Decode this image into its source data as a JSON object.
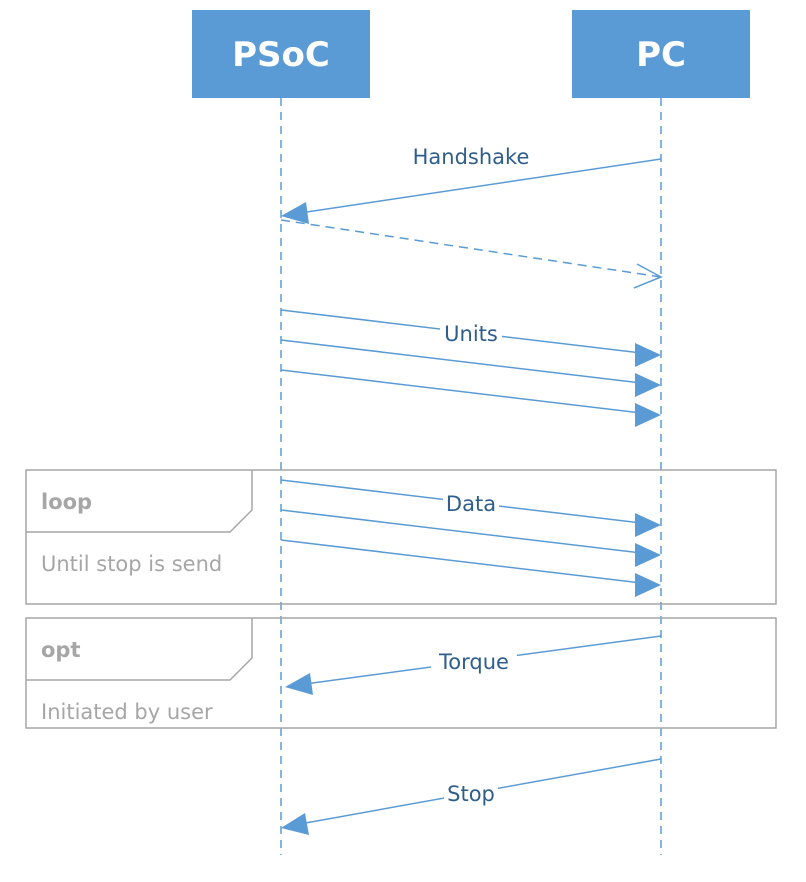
{
  "participants": [
    {
      "name": "PSoC"
    },
    {
      "name": "PC"
    }
  ],
  "messages": [
    {
      "label": "Handshake",
      "from": "PC",
      "to": "PSoC",
      "style": "solid"
    },
    {
      "label": "",
      "from": "PSoC",
      "to": "PC",
      "style": "dashed"
    },
    {
      "label": "Units",
      "from": "PSoC",
      "to": "PC",
      "style": "solid"
    },
    {
      "label": "",
      "from": "PSoC",
      "to": "PC",
      "style": "solid"
    },
    {
      "label": "",
      "from": "PSoC",
      "to": "PC",
      "style": "solid"
    },
    {
      "label": "Data",
      "from": "PSoC",
      "to": "PC",
      "style": "solid"
    },
    {
      "label": "",
      "from": "PSoC",
      "to": "PC",
      "style": "solid"
    },
    {
      "label": "",
      "from": "PSoC",
      "to": "PC",
      "style": "solid"
    },
    {
      "label": "Torque",
      "from": "PC",
      "to": "PSoC",
      "style": "solid"
    },
    {
      "label": "Stop",
      "from": "PC",
      "to": "PSoC",
      "style": "solid"
    }
  ],
  "frames": [
    {
      "keyword": "loop",
      "guard": "Until stop is send"
    },
    {
      "keyword": "opt",
      "guard": "Initiated by user"
    }
  ],
  "colors": {
    "participant_fill": "#5b9bd5",
    "lifeline": "#5b9bd5",
    "message": "#5b9bd5",
    "label": "#2f5e8c",
    "frame": "#a6a6a6"
  }
}
